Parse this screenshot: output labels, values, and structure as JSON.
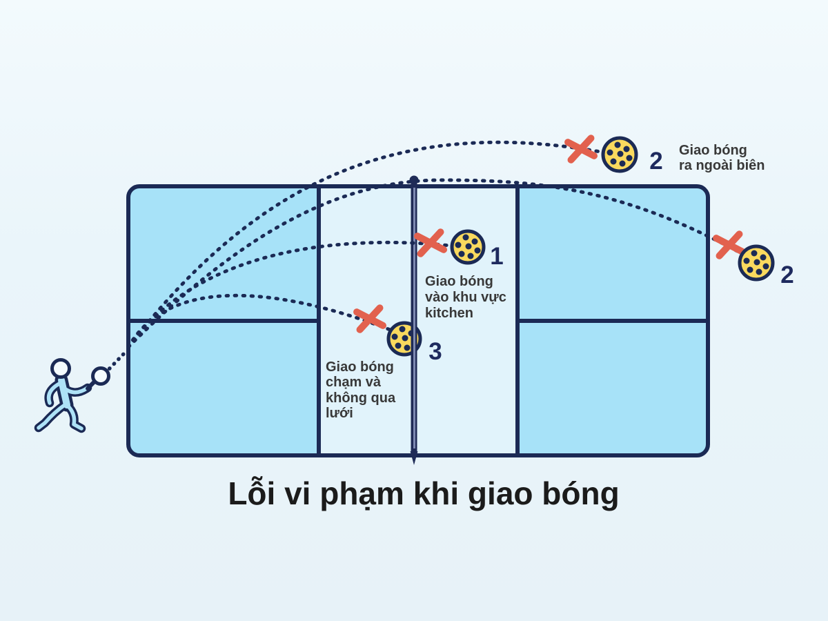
{
  "title": "Lỗi vi phạm khi giao bóng",
  "faults": {
    "kitchen": {
      "number": "1",
      "lines": [
        "Giao bóng",
        "vào khu vực",
        "kitchen"
      ]
    },
    "out": {
      "number": "2",
      "lines": [
        "Giao bóng",
        "ra ngoài biên"
      ]
    },
    "out_right": {
      "number": "2"
    },
    "net": {
      "number": "3",
      "lines": [
        "Giao bóng",
        "chạm và",
        "không qua",
        "lưới"
      ]
    }
  },
  "colors": {
    "background_top": "#f3fafd",
    "background_bottom": "#e7f2f8",
    "court_fill": "#a7e2f8",
    "kitchen_fill": "#e1f3fb",
    "court_line": "#1b2a55",
    "net_highlight": "#7e8ab2",
    "ball_fill": "#f9d95e",
    "fault_x": "#e2614e",
    "label_text": "#383838",
    "number_text": "#1e2a5e",
    "title_text": "#1b1b1b",
    "player_fill": "#aee2f7",
    "paddle_fill": "#f4fbfe"
  }
}
